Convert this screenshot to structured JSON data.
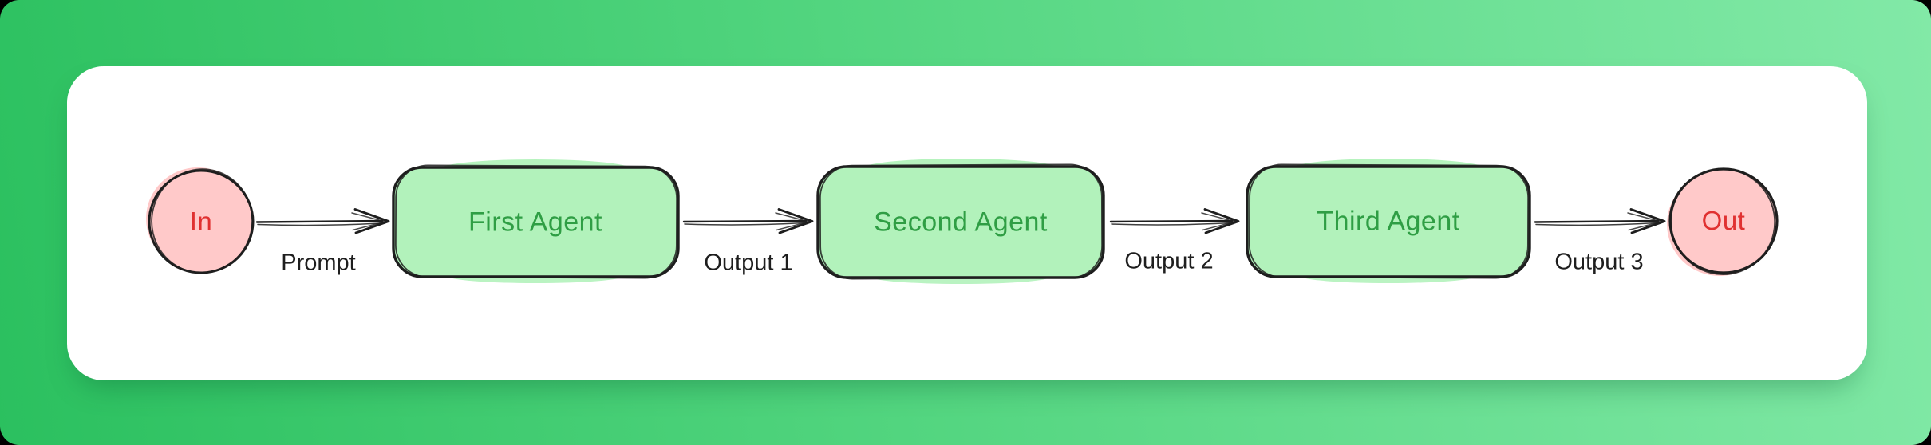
{
  "diagram": {
    "stroke_color": "#1e1e1e",
    "background": {
      "gradient_start": "#2bc05f",
      "gradient_end": "#82e9a7",
      "card_color": "#ffffff"
    },
    "nodes": [
      {
        "id": "in",
        "label": "In",
        "shape": "circle",
        "fill": "#ffc9c9",
        "text_color": "#e03131"
      },
      {
        "id": "first-agent",
        "label": "First Agent",
        "shape": "rounded-rect",
        "fill": "#b2f2bb",
        "text_color": "#2f9e44"
      },
      {
        "id": "second-agent",
        "label": "Second Agent",
        "shape": "rounded-rect",
        "fill": "#b2f2bb",
        "text_color": "#2f9e44"
      },
      {
        "id": "third-agent",
        "label": "Third Agent",
        "shape": "rounded-rect",
        "fill": "#b2f2bb",
        "text_color": "#2f9e44"
      },
      {
        "id": "out",
        "label": "Out",
        "shape": "circle",
        "fill": "#ffc9c9",
        "text_color": "#e03131"
      }
    ],
    "edges": [
      {
        "from": "in",
        "to": "first-agent",
        "label": "Prompt"
      },
      {
        "from": "first-agent",
        "to": "second-agent",
        "label": "Output 1"
      },
      {
        "from": "second-agent",
        "to": "third-agent",
        "label": "Output 2"
      },
      {
        "from": "third-agent",
        "to": "out",
        "label": "Output 3"
      }
    ]
  }
}
